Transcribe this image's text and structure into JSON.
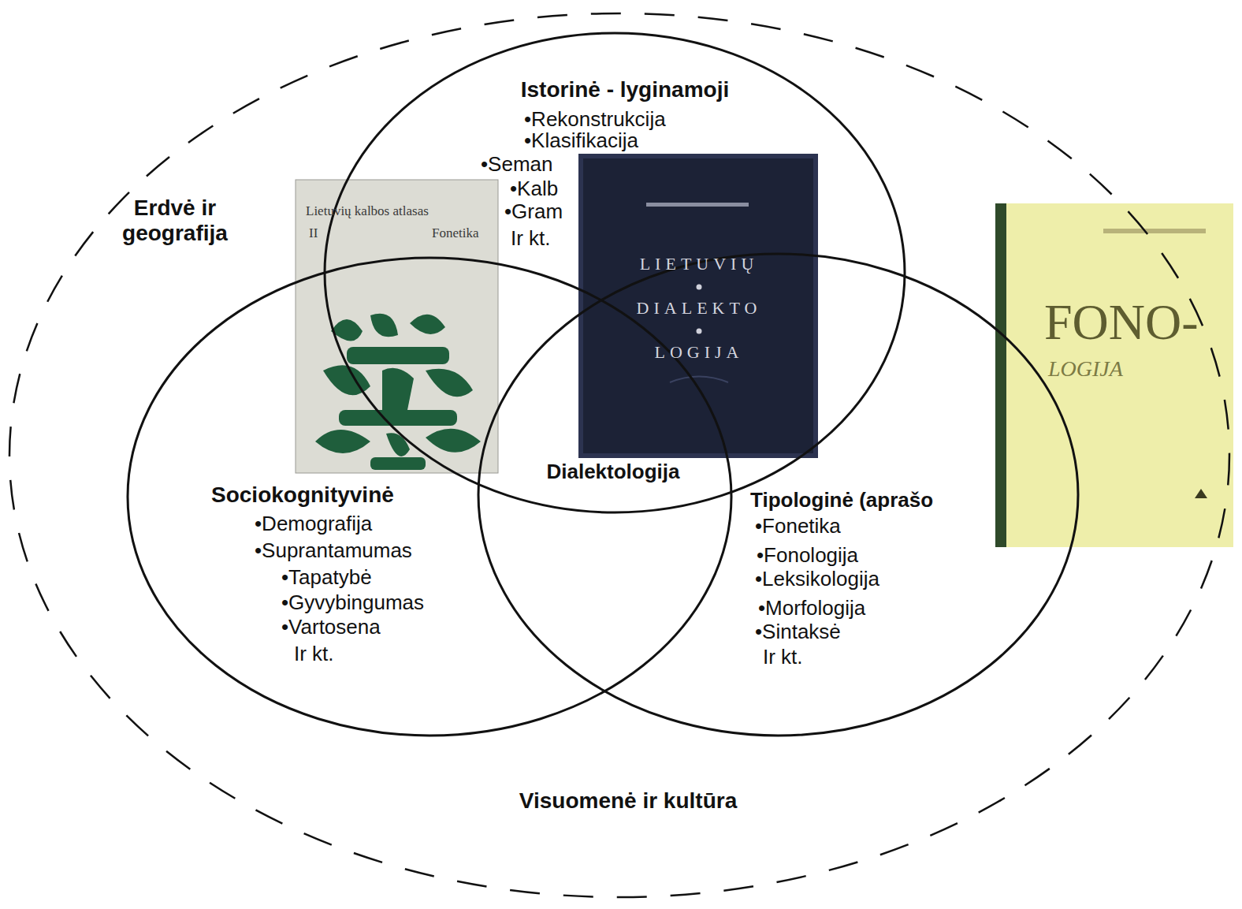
{
  "diagram": {
    "nodes": [
      {
        "text": [
          "Erdvė ir geografija",
          "Visuomenė ir kultūra"
        ]
      },
      {
        "text": [
          "Istorinė - lyginamoji",
          "•Rekonstrukcija",
          "•Klasifikacija",
          "•Seman",
          "•Kalb",
          "•Gram",
          "Ir kt."
        ],
        "in": 0
      },
      {
        "text": [
          "Sociokognityvinė",
          "•Demografija",
          "•Suprantamumas",
          "•Tapatybė",
          "•Gyvybingumas",
          "•Vartosena",
          "Ir kt."
        ],
        "in": 0
      },
      {
        "text": [
          "Tipologinė (aprašo",
          "•Fonetika",
          "•Fonologija",
          "•Leksikologija",
          "•Morfologija",
          "•Sintaksė",
          "Ir kt."
        ],
        "in": 0
      }
    ],
    "labels": [
      "Dialektologija",
      "Lietuvių kalbos atlasas",
      "II",
      "Fonetika",
      "LIETUVIŲ",
      "DIALEKTO",
      "LOGIJA",
      "FONO-",
      "LOGIJA"
    ]
  }
}
